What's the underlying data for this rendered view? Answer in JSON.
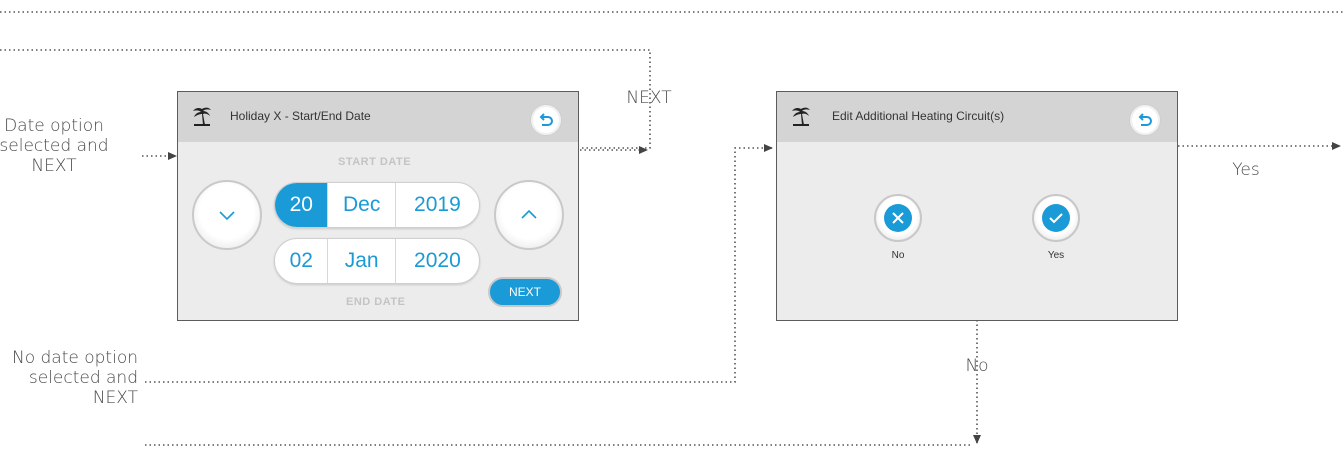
{
  "labels": {
    "date_selected": "Date option\nselected and\nNEXT",
    "no_date_selected": "No date option\nselected and\nNEXT",
    "next": "NEXT",
    "yes": "Yes",
    "no": "No"
  },
  "screen1": {
    "title": "Holiday X - Start/End Date",
    "start_caption": "START DATE",
    "end_caption": "END DATE",
    "start": {
      "day": "20",
      "month": "Dec",
      "year": "2019"
    },
    "end": {
      "day": "02",
      "month": "Jan",
      "year": "2020"
    },
    "next_button": "NEXT",
    "icons": [
      "palm-tree-icon",
      "back-icon",
      "chevron-down-icon",
      "chevron-up-icon"
    ]
  },
  "screen2": {
    "title": "Edit Additional Heating Circuit(s)",
    "no_label": "No",
    "yes_label": "Yes",
    "icons": [
      "palm-tree-icon",
      "back-icon",
      "close-icon",
      "check-icon"
    ]
  },
  "colors": {
    "accent": "#1a9ad6",
    "header": "#d4d4d4",
    "panel": "#ececec"
  }
}
